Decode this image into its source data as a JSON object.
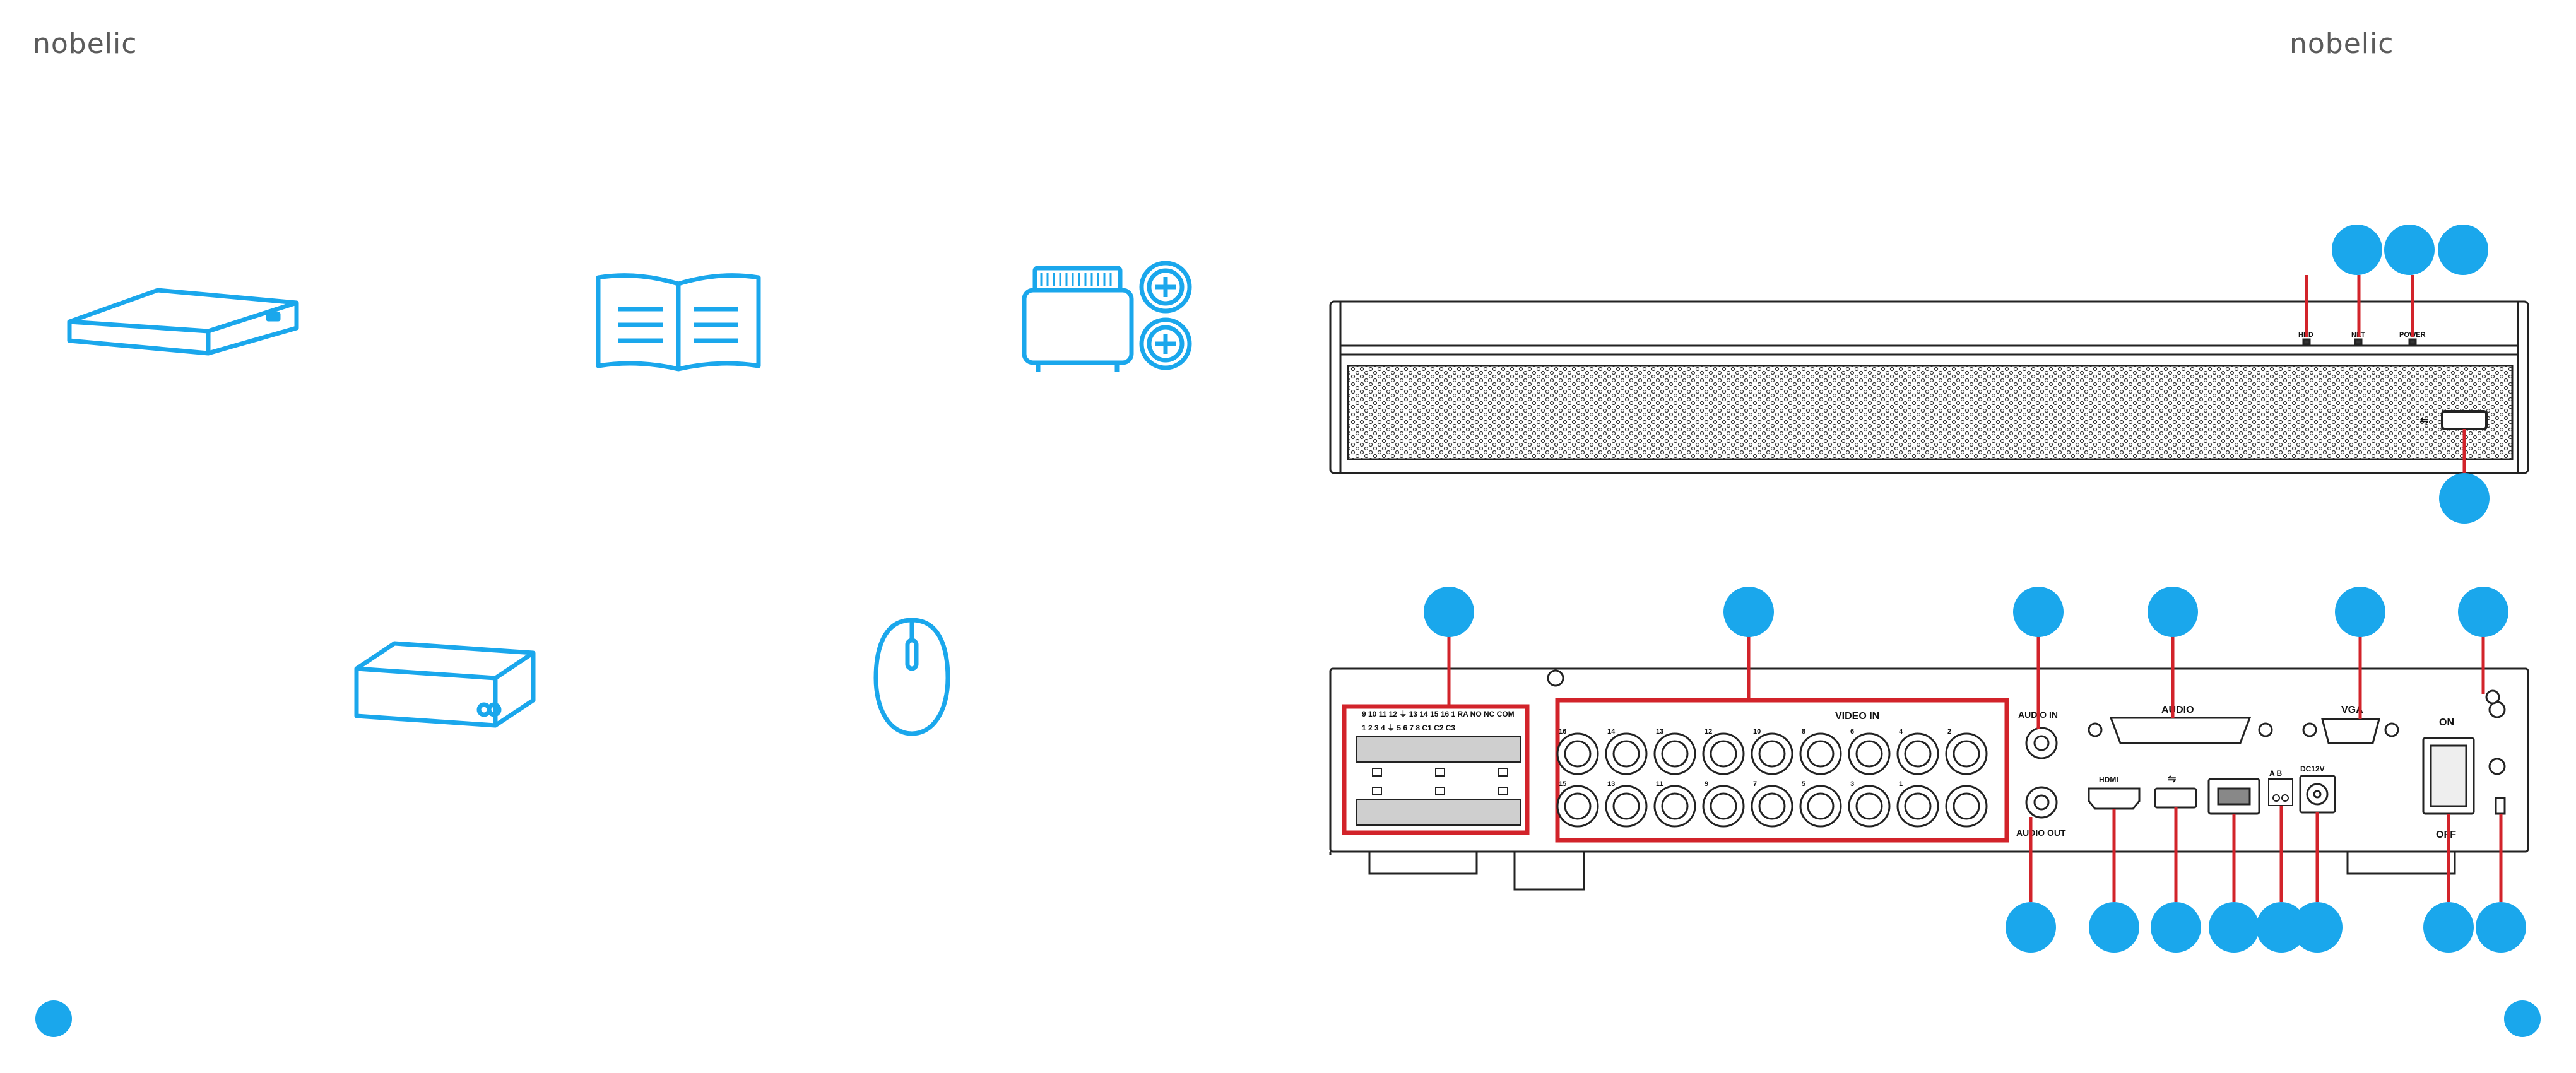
{
  "header": {
    "brand_left": "nobelic",
    "brand_right": "nobelic"
  },
  "package_icons": [
    "recorder-icon",
    "manual-icon",
    "hdd-screws-icon",
    "power-adapter-icon",
    "mouse-icon"
  ],
  "front_panel": {
    "led_labels": [
      "HDD",
      "NET",
      "POWER"
    ]
  },
  "rear_panel": {
    "alarm_top_numbers": "9 10 11 12 ⏚ 13 14 15 16 1 RA NO NC COM",
    "alarm_bottom_numbers": "1 2 3 4 ⏚ 5 6 7 8 C1 C2 C3",
    "video_in_label": "VIDEO IN",
    "video_top_numbers": [
      "16",
      "14",
      "13",
      "12",
      "10",
      "8",
      "6",
      "4",
      "2"
    ],
    "video_bottom_numbers": [
      "15",
      "13",
      "11",
      "9",
      "7",
      "5",
      "3",
      "1"
    ],
    "audio_in_label": "AUDIO IN",
    "audio_out_label": "AUDIO OUT",
    "audio_label": "AUDIO",
    "vga_label": "VGA",
    "hdmi_label": "HDMI",
    "usb_label": "⇋",
    "rs485_label": "A B",
    "power_label": "DC12V",
    "switch_on_label": "ON",
    "switch_off_label": "OFF"
  },
  "colors": {
    "accent": "#1aa7ec",
    "highlight": "#d2232a",
    "line": "#222222"
  }
}
